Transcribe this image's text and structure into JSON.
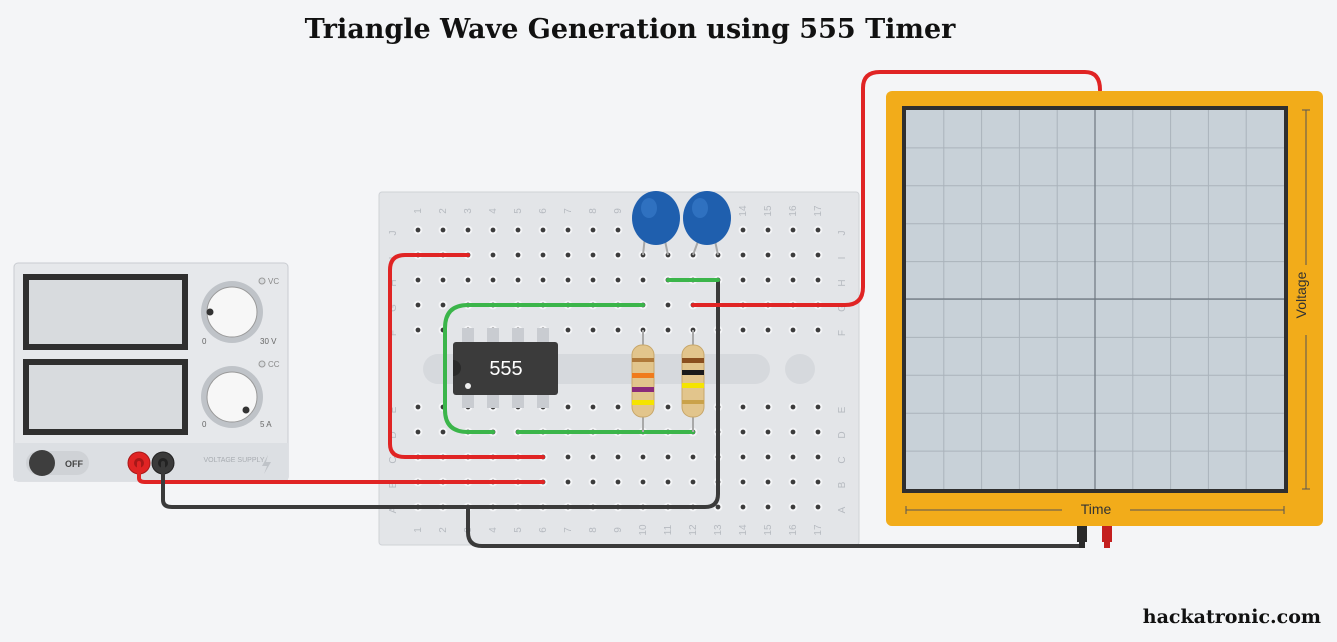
{
  "title": "Triangle Wave Generation using 555 Timer",
  "brand": "hackatronic.com",
  "power_supply": {
    "vc_label": "VC",
    "cc_label": "CC",
    "knob1_min": "0",
    "knob1_max": "30 V",
    "knob2_min": "0",
    "knob2_max": "5 A",
    "switch_label": "OFF",
    "brand_text": "VOLTAGE SUPPLY"
  },
  "chip": {
    "label": "555"
  },
  "breadboard": {
    "columns": [
      "1",
      "2",
      "3",
      "4",
      "5",
      "6",
      "7",
      "8",
      "9",
      "10",
      "11",
      "12",
      "13",
      "14",
      "15",
      "16",
      "17"
    ],
    "rows_top": [
      "J",
      "I",
      "H",
      "G",
      "F"
    ],
    "rows_bottom": [
      "E",
      "D",
      "C",
      "B",
      "A"
    ]
  },
  "oscilloscope": {
    "x_label": "Time",
    "y_label": "Voltage"
  },
  "colors": {
    "wire_red": "#e02424",
    "wire_black": "#3a3a3a",
    "wire_green": "#3bb54a",
    "scope_frame": "#f2ac1a",
    "capacitor": "#1f5fae"
  }
}
